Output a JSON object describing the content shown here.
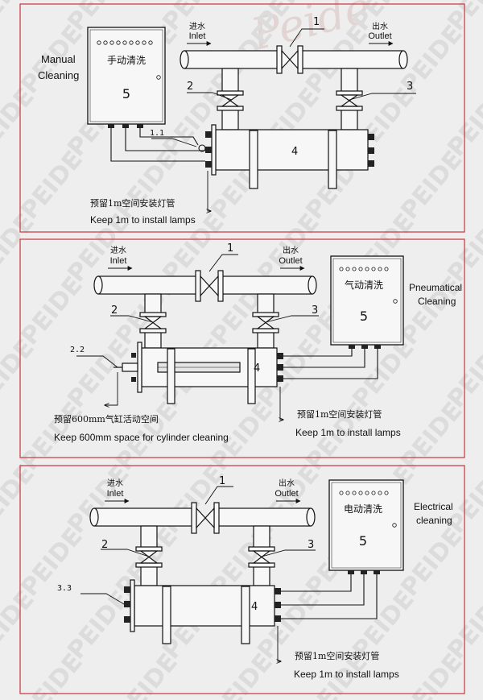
{
  "watermark": {
    "text": "PEIDE",
    "logo_script": "Peide",
    "color": "#dcdcdc"
  },
  "colors": {
    "panel_border": "#c8343e",
    "line": "#111111",
    "background": "#eeeeee",
    "panel_fill": "#f4f4f4"
  },
  "panels": [
    {
      "mode_label": [
        "Manual",
        "Cleaning"
      ],
      "box_title": "手动清洗",
      "box_number": "5",
      "inlet_cn": "进水",
      "inlet_en": "Inlet",
      "outlet_cn": "出水",
      "outlet_en": "Outlet",
      "label_1": "1",
      "label_2": "2",
      "label_3": "3",
      "label_4": "4",
      "sub_label": "1.1",
      "space_cn": "预留1m空间安装灯管",
      "space_en": "Keep 1m to install lamps"
    },
    {
      "mode_label": [
        "Pneumatical",
        "Cleaning"
      ],
      "box_title": "气动清洗",
      "box_number": "5",
      "inlet_cn": "进水",
      "inlet_en": "Inlet",
      "outlet_cn": "出水",
      "outlet_en": "Outlet",
      "label_1": "1",
      "label_2": "2",
      "label_3": "3",
      "label_4": "4",
      "sub_label": "2.2",
      "cylinder_cn": "预留600mm气缸活动空间",
      "cylinder_en": "Keep 600mm space for cylinder cleaning",
      "space_cn": "预留1m空间安装灯管",
      "space_en": "Keep 1m to install lamps"
    },
    {
      "mode_label": [
        "Electrical",
        "cleaning"
      ],
      "box_title": "电动清洗",
      "box_number": "5",
      "inlet_cn": "进水",
      "inlet_en": "Inlet",
      "outlet_cn": "出水",
      "outlet_en": "Outlet",
      "label_1": "1",
      "label_2": "2",
      "label_3": "3",
      "label_4": "4",
      "sub_label": "3.3",
      "space_cn": "预留1m空间安装灯管",
      "space_en": "Keep 1m to install lamps"
    }
  ]
}
